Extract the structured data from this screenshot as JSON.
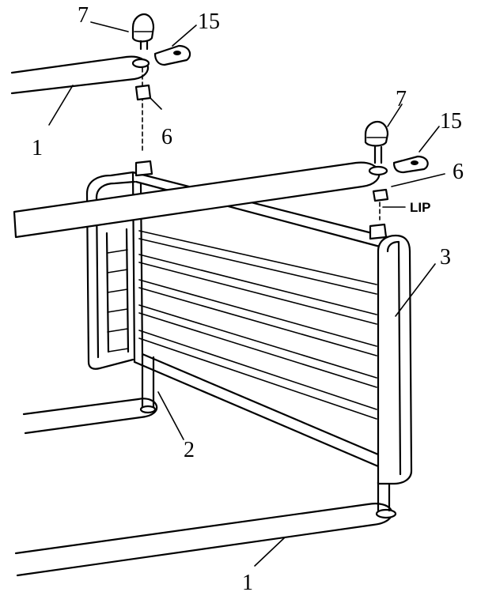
{
  "labels": {
    "rail_top_left": "1",
    "rail_bottom": "1",
    "cap_left": "7",
    "cap_right": "7",
    "clip_left": "15",
    "clip_right": "15",
    "insert_left": "6",
    "insert_right": "6",
    "lip": "LIP",
    "panel_end": "3",
    "post_left": "2"
  }
}
